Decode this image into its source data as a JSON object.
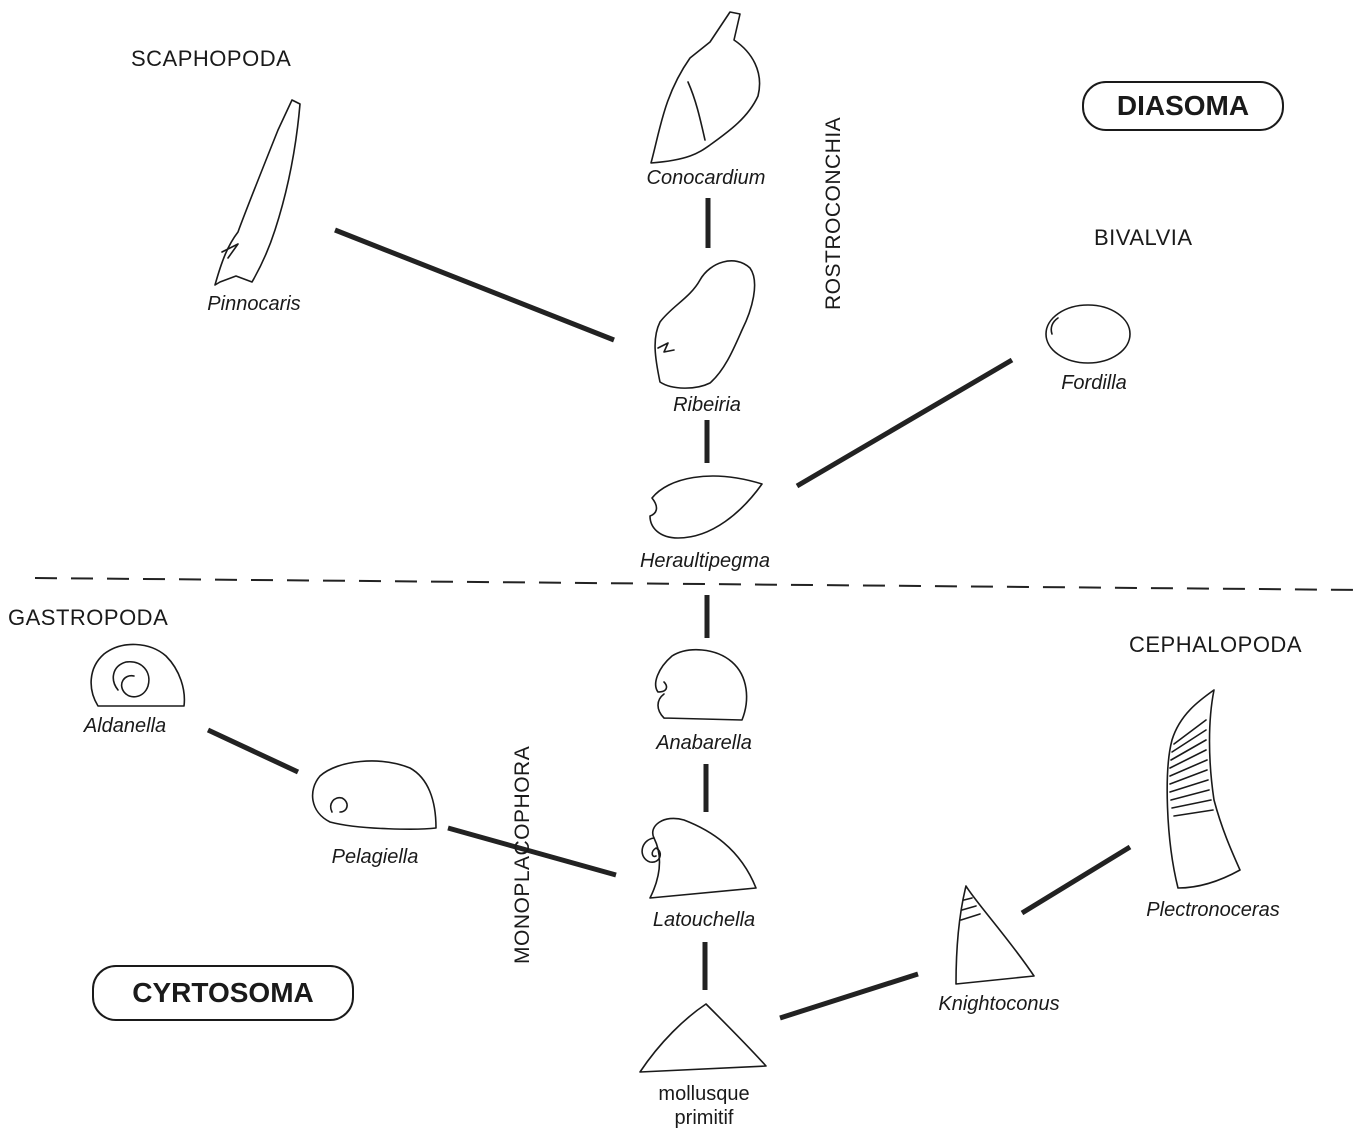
{
  "superclasses": {
    "top": "DIASOMA",
    "bottom": "CYRTOSOMA"
  },
  "classes": {
    "scaphopoda": "SCAPHOPODA",
    "bivalvia": "BIVALVIA",
    "gastropoda": "GASTROPODA",
    "cephalopoda": "CEPHALOPODA",
    "rostroconchia": "ROSTROCONCHIA",
    "monoplacophora": "MONOPLACOPHORA"
  },
  "genera": {
    "conocardium": "Conocardium",
    "pinnocaris": "Pinnocaris",
    "ribeiria": "Ribeiria",
    "fordilla": "Fordilla",
    "heraultipegma": "Heraultipegma",
    "aldanella": "Aldanella",
    "anabarella": "Anabarella",
    "pelagiella": "Pelagiella",
    "latouchella": "Latouchella",
    "plectronoceras": "Plectronoceras",
    "knightoconus": "Knightoconus"
  },
  "root": {
    "line1": "mollusque",
    "line2": "primitif"
  },
  "style": {
    "ink": "#1a1a1a",
    "background": "#ffffff"
  }
}
